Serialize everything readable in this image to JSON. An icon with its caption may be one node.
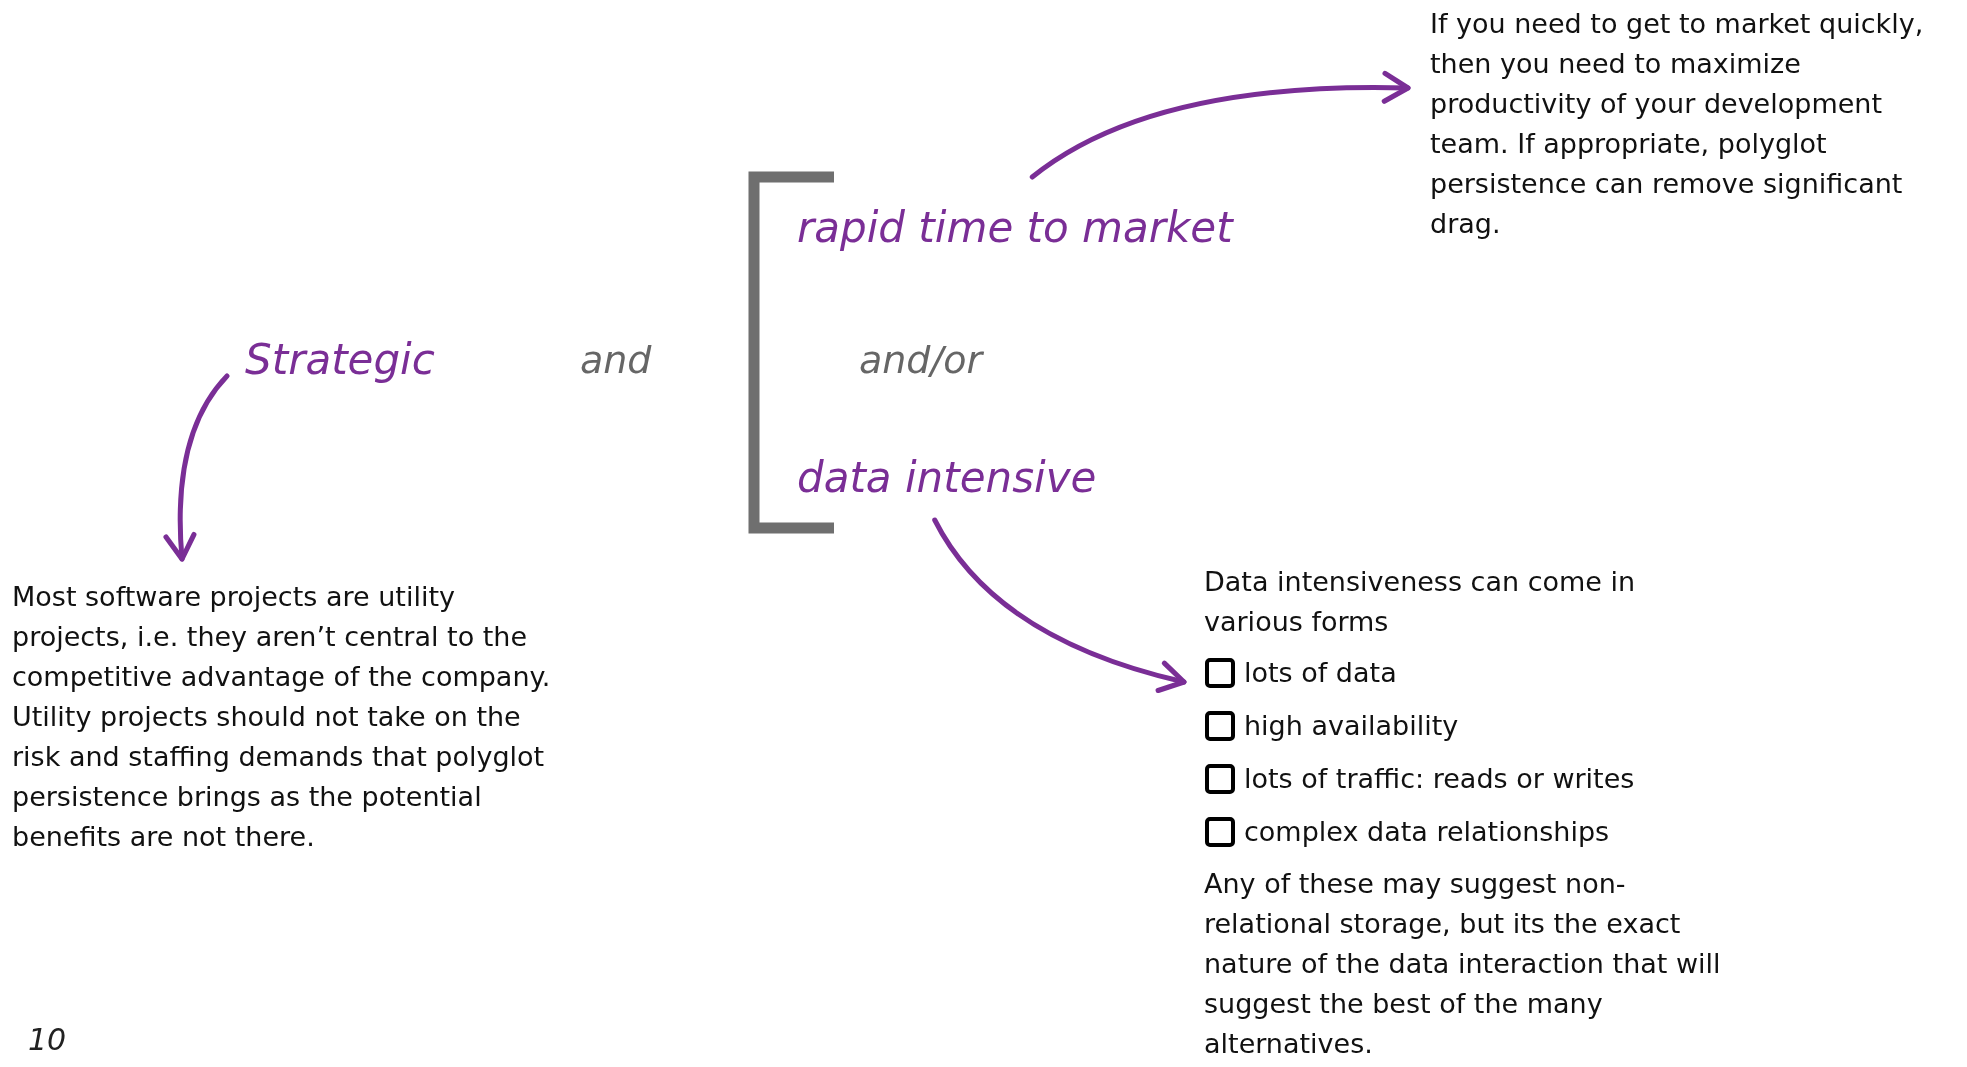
{
  "diagram": {
    "nodes": [
      {
        "text": [
          "Strategic"
        ]
      },
      {
        "text": [
          "Most software projects are utility projects, i.e. they aren’t central to the competitive advantage of the company. Utility projects should not take on the risk and staffing demands that polyglot persistence brings as the potential benefits are not there."
        ]
      },
      {
        "text": [
          "rapid time to market"
        ]
      },
      {
        "text": [
          "If you need to get to market quickly, then you need to maximize productivity of your development team. If appropriate, polyglot persistence can remove significant drag."
        ]
      },
      {
        "text": [
          "data intensive"
        ]
      },
      {
        "text": [
          "Data intensiveness can come in various forms",
          "lots of data",
          "high availability",
          "lots of traffic: reads or writes",
          "complex data relationships",
          "Any of these may suggest non-relational storage, but its the exact nature of the data interaction that will suggest the best of the many alternatives."
        ]
      }
    ],
    "edges": [
      {
        "from": 0,
        "to": 1,
        "arrow": "to"
      },
      {
        "from": 2,
        "to": 3,
        "arrow": "to"
      },
      {
        "from": 4,
        "to": 5,
        "arrow": "to"
      }
    ],
    "labels": [
      "and",
      "and/or",
      "10"
    ]
  }
}
